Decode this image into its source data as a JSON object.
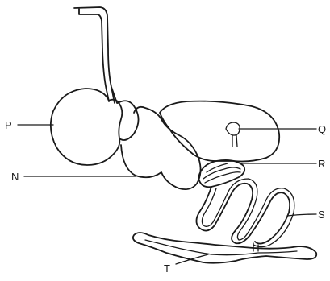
{
  "figure": {
    "labels": {
      "p": "P",
      "n": "N",
      "q": "Q",
      "r": "R",
      "s": "S",
      "t": "T"
    }
  }
}
